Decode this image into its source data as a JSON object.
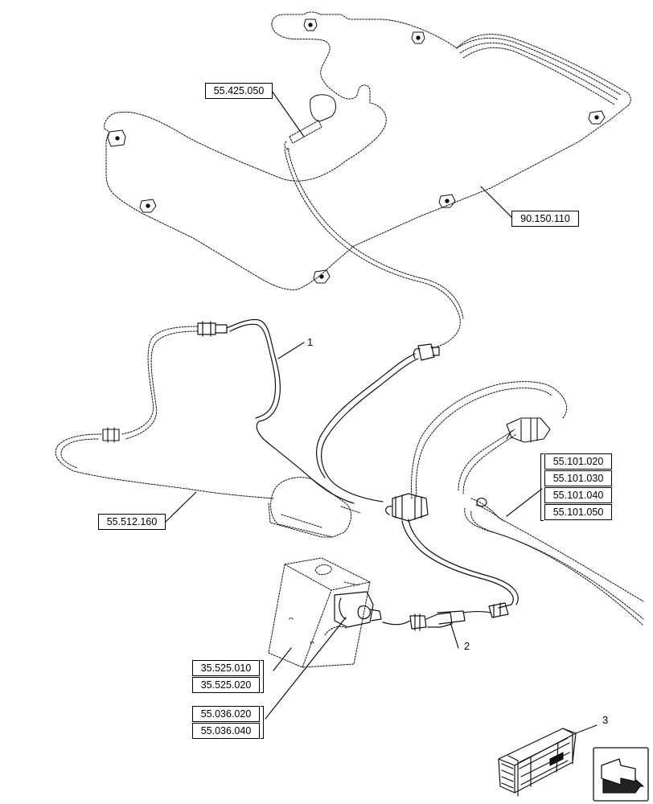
{
  "refs": {
    "r_55_425_050": "55.425.050",
    "r_90_150_110": "90.150.110",
    "r_55_101_020": "55.101.020",
    "r_55_101_030": "55.101.030",
    "r_55_101_040": "55.101.040",
    "r_55_101_050": "55.101.050",
    "r_55_512_160": "55.512.160",
    "r_35_525_010": "35.525.010",
    "r_35_525_020": "35.525.020",
    "r_55_036_020": "55.036.020",
    "r_55_036_040": "55.036.040"
  },
  "callouts": {
    "c1": "1",
    "c2": "2",
    "c3": "3"
  },
  "nav": {
    "icon": "arrow-icon"
  }
}
